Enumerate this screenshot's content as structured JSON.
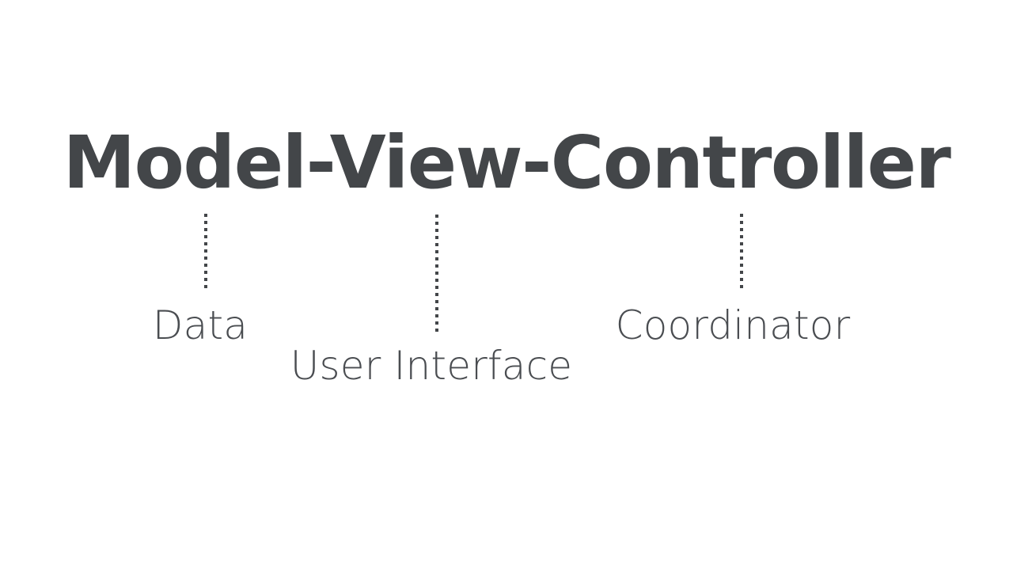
{
  "diagram": {
    "type": "annotated-term-breakdown",
    "background_color": "#ffffff",
    "ink_color": "#434649",
    "title": "Model-View-Controller",
    "title_parts": [
      "Model",
      "View",
      "Controller"
    ],
    "connectors": [
      {
        "name": "model-connector",
        "style": "dotted-vertical",
        "from": "Model",
        "to": "Data"
      },
      {
        "name": "view-connector",
        "style": "dotted-vertical",
        "from": "View",
        "to": "User Interface"
      },
      {
        "name": "controller-connector",
        "style": "dotted-vertical",
        "from": "Controller",
        "to": "Coordinator"
      }
    ],
    "annotations": [
      {
        "term": "Model",
        "label": "Data"
      },
      {
        "term": "View",
        "label": "User Interface"
      },
      {
        "term": "Controller",
        "label": "Coordinator"
      }
    ]
  }
}
